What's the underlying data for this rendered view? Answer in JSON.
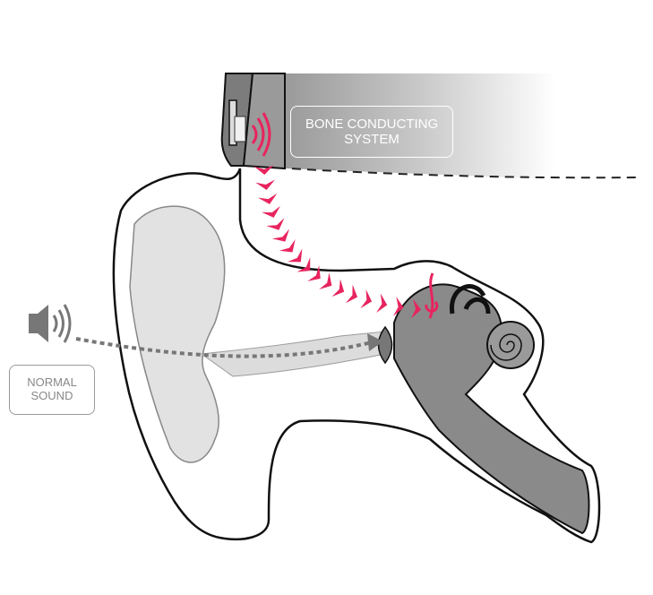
{
  "labels": {
    "bone_conducting": [
      "BONE CONDUCTING",
      "SYSTEM"
    ],
    "normal_sound": [
      "NORMAL",
      "SOUND"
    ]
  },
  "colors": {
    "vibration": "#e8245e",
    "headband": "#9a9a9a",
    "ear_fill": "#e2e2e2",
    "inner_ear": "#8a8a8a"
  }
}
